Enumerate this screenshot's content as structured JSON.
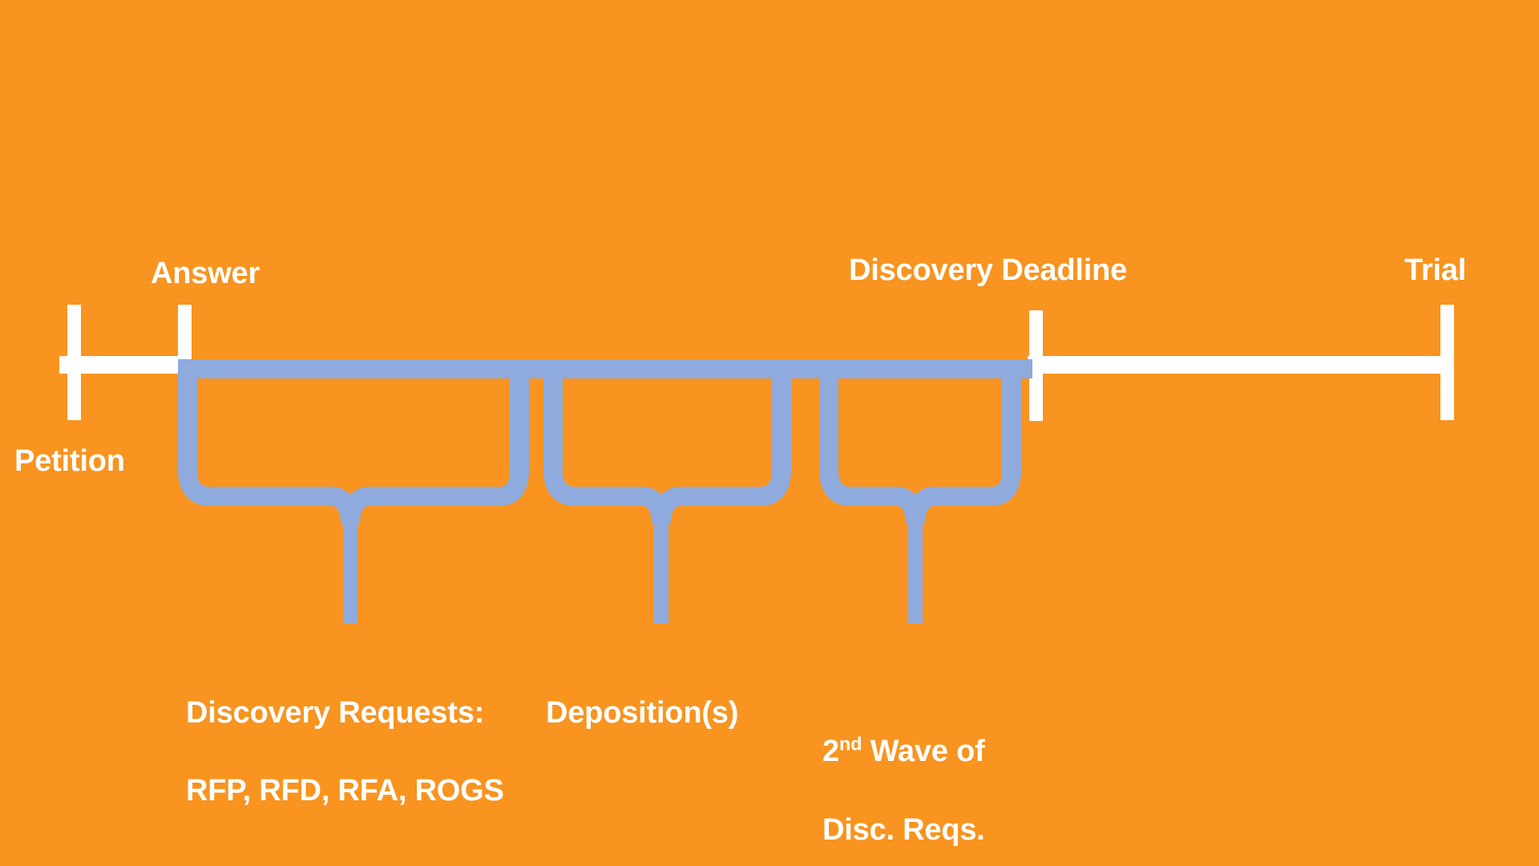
{
  "slide": {
    "background_color": "#F8941F",
    "axis_color": "#FFFFFF",
    "bracket_color": "#8FAADC",
    "text_color": "#FFFFFF"
  },
  "timeline": {
    "milestones": [
      {
        "id": "petition",
        "label": "Petition",
        "label_position": "below-left"
      },
      {
        "id": "answer",
        "label": "Answer",
        "label_position": "above"
      },
      {
        "id": "discovery-deadline",
        "label": "Discovery Deadline",
        "label_position": "above"
      },
      {
        "id": "trial",
        "label": "Trial",
        "label_position": "above"
      }
    ]
  },
  "brackets": [
    {
      "id": "discovery-requests",
      "caption_line1": "Discovery Requests:",
      "caption_line2": "RFP, RFD, RFA, ROGS"
    },
    {
      "id": "depositions",
      "caption_line1": "Deposition(s)",
      "caption_line2": ""
    },
    {
      "id": "second-wave",
      "caption_line1_pre": "2",
      "caption_line1_sup": "nd",
      "caption_line1_post": " Wave of",
      "caption_line2": "Disc. Reqs."
    }
  ]
}
